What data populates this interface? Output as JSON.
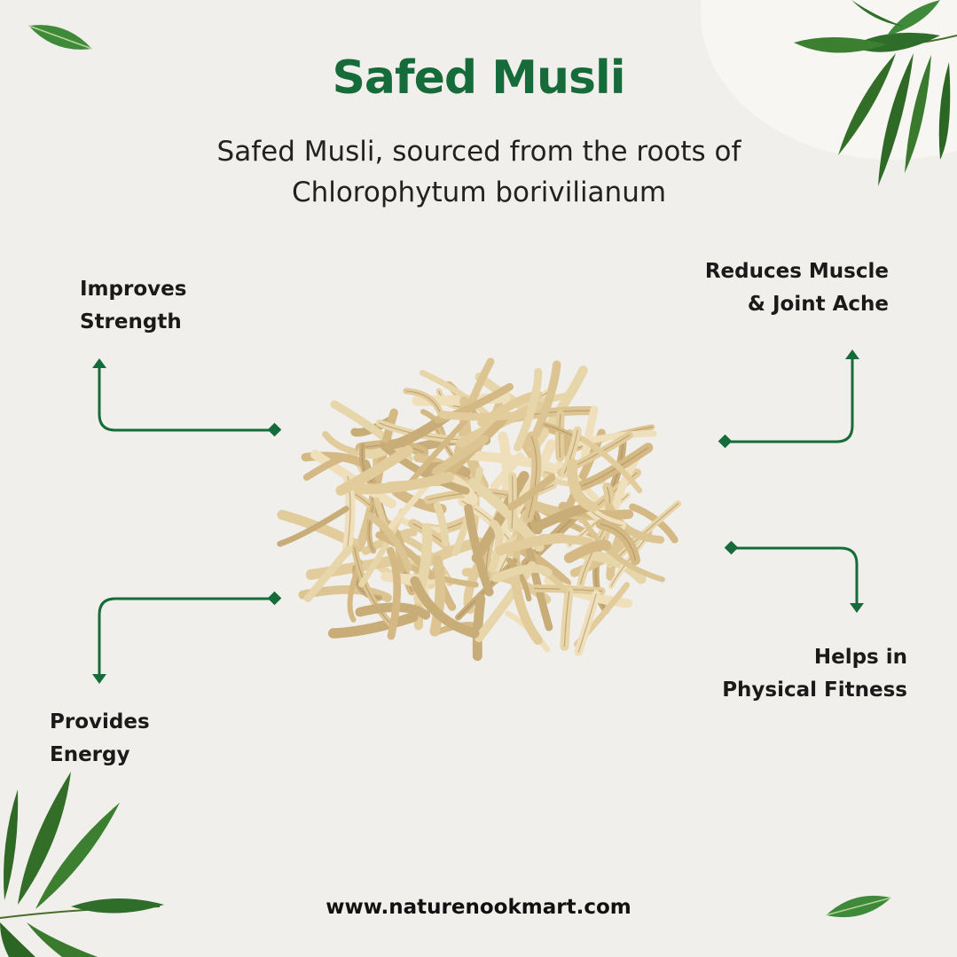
{
  "header": {
    "title": "Safed Musli",
    "subtitle_line1": "Safed Musli, sourced from the roots of",
    "subtitle_line2": "Chlorophytum borivilianum"
  },
  "benefits": [
    {
      "line1": "Improves",
      "line2": "Strength"
    },
    {
      "line1": "Reduces Muscle",
      "line2": "& Joint Ache"
    },
    {
      "line1": "Provides",
      "line2": "Energy"
    },
    {
      "line1": "Helps in",
      "line2": "Physical Fitness"
    }
  ],
  "footer": {
    "website": "www.naturenookmart.com"
  },
  "colors": {
    "accent": "#166b3a",
    "background": "#f1efeb",
    "root": "#e6d3a8"
  },
  "icons": [
    "leaf-icon",
    "arrow-up-icon",
    "arrow-down-icon"
  ]
}
